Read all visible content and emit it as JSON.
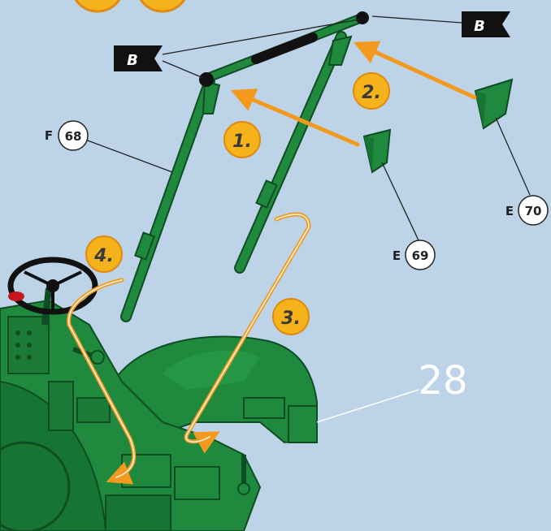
{
  "step_number": "28",
  "steps": [
    {
      "label": "1."
    },
    {
      "label": "2."
    },
    {
      "label": "3."
    },
    {
      "label": "4."
    }
  ],
  "flags": [
    {
      "letter": "B"
    },
    {
      "letter": "B"
    }
  ],
  "parts": [
    {
      "group": "F",
      "number": "68"
    },
    {
      "group": "E",
      "number": "69"
    },
    {
      "group": "E",
      "number": "70"
    }
  ],
  "colors": {
    "background": "#bcd3e8",
    "part_green": "#1f8a3d",
    "part_dark": "#0f5a26",
    "arrow_orange": "#f39a1e",
    "badge_yellow": "#f6b21b",
    "flag_black": "#111111"
  }
}
